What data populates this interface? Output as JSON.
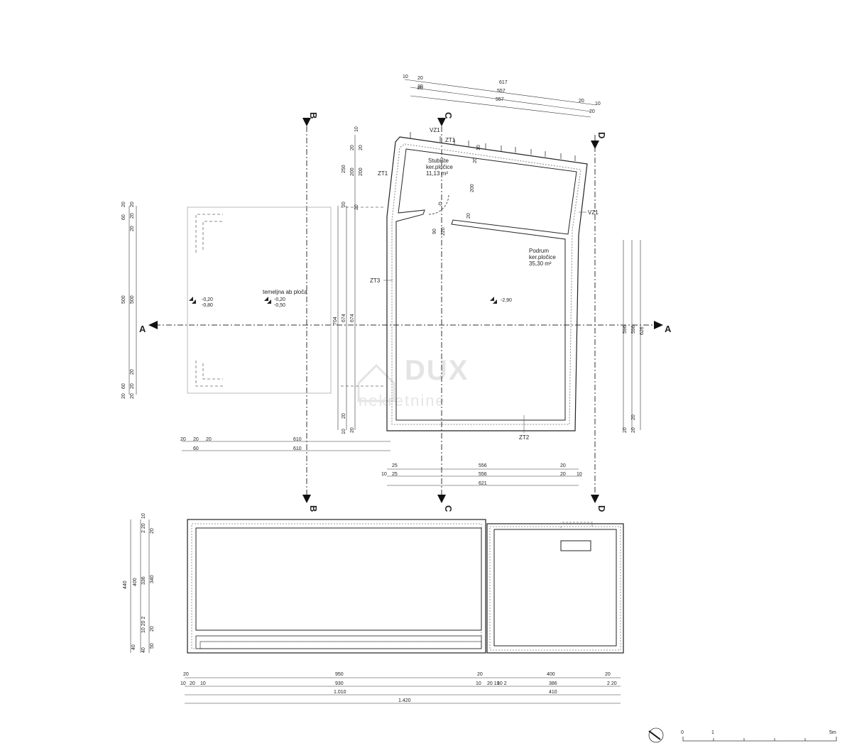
{
  "section_marks": {
    "a": "A",
    "b": "B",
    "c": "C",
    "d": "D"
  },
  "rooms": {
    "stair_name": "Stubište",
    "stair_floor": "ker.pločice",
    "stair_area": "11,13 m²",
    "basement_name": "Podrum",
    "basement_floor": "ker.pločice",
    "basement_area": "35,30 m²",
    "slab_label": "temeljna ab ploča"
  },
  "levels": {
    "left_top": "-0,20",
    "left_bottom": "-0,80",
    "slab_top": "-0,20",
    "slab_bottom": "-0,50",
    "basement": "-2,90"
  },
  "wall_tags": {
    "zt1": "ZT1",
    "zt2": "ZT2",
    "zt3": "ZT3",
    "vz1": "VZ1"
  },
  "dims": {
    "d10": "10",
    "d20": "20",
    "d25": "25",
    "d40": "40",
    "d50": "50",
    "d60": "60",
    "d90": "90",
    "d200": "200",
    "d220": "220",
    "d250": "250",
    "d336": "336",
    "d340": "340",
    "d386": "386",
    "d400": "400",
    "d410": "410",
    "d440": "440",
    "d500": "500",
    "d556": "556",
    "d557": "557",
    "d596": "596",
    "d610": "610",
    "d617": "617",
    "d621": "621",
    "d626": "626",
    "d674": "674",
    "d704": "704",
    "d930": "930",
    "d950": "950",
    "d1010": "1.010",
    "d1420": "1.420",
    "d2_20": "2  20",
    "d10_20_2": "10 20 2",
    "d20_10": "20 10",
    "d10_2": "10  2",
    "d2_20b": "2  20"
  },
  "scale_bar": {
    "zero": "0",
    "one": "1",
    "five": "5m"
  },
  "watermark": {
    "brand": "DUX",
    "sub": "nekretnine"
  }
}
